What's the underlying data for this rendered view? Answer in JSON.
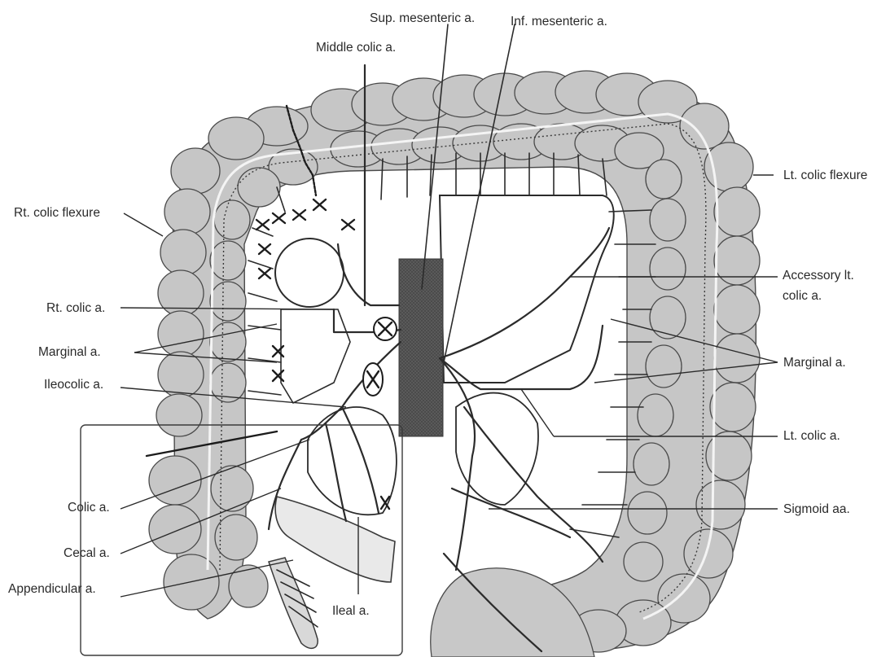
{
  "diagram": {
    "labels": {
      "sup_mesenteric": "Sup. mesenteric a.",
      "inf_mesenteric": "Inf. mesenteric a.",
      "middle_colic": "Middle colic a.",
      "lt_colic_flexure": "Lt. colic flexure",
      "rt_colic_flexure": "Rt. colic flexure",
      "accessory_lt_colic_1": "Accessory lt.",
      "accessory_lt_colic_2": "colic a.",
      "rt_colic": "Rt. colic a.",
      "marginal_left": "Marginal a.",
      "marginal_right": "Marginal a.",
      "ileocolic": "Ileocolic a.",
      "lt_colic": "Lt. colic a.",
      "colic": "Colic a.",
      "cecal": "Cecal a.",
      "appendicular": "Appendicular a.",
      "ileal": "Ileal a.",
      "sigmoid": "Sigmoid aa."
    },
    "colors": {
      "colon_fill": "#c6c6c6",
      "colon_outline": "#4a4a4a",
      "aorta_fill": "#5a5a5a",
      "vessel": "#2b2b2b",
      "text": "#2a2a2a"
    }
  }
}
